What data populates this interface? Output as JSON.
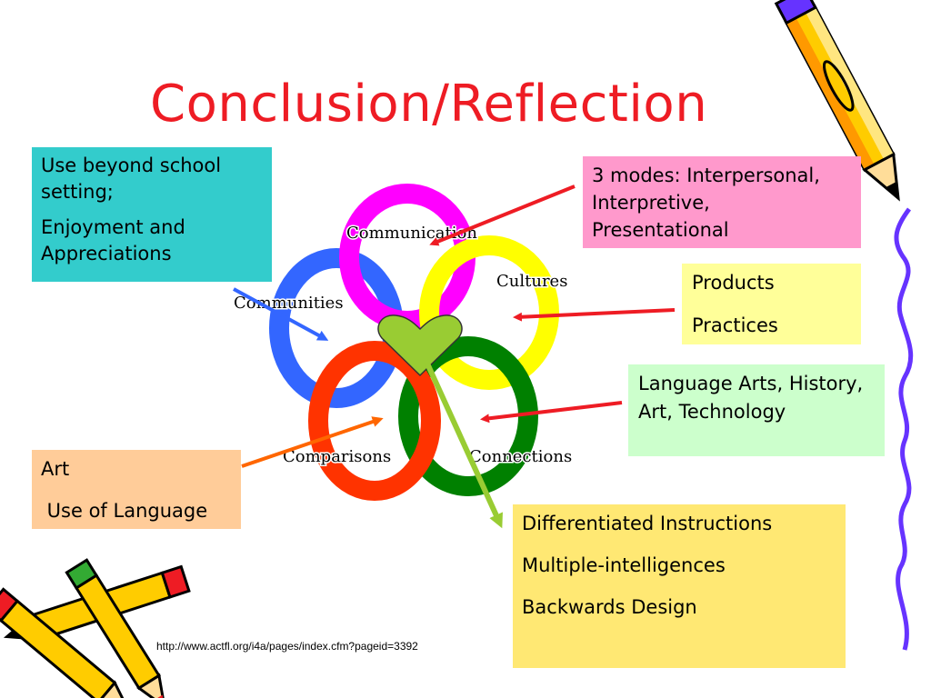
{
  "slide": {
    "title": "Conclusion/Reflection",
    "url": "http://www.actfl.org/i4a/pages/index.cfm?pageid=3392"
  },
  "diagram": {
    "rings": [
      {
        "label": "Communication",
        "color": "#ff00ff"
      },
      {
        "label": "Cultures",
        "color": "#ffff00"
      },
      {
        "label": "Connections",
        "color": "#008000"
      },
      {
        "label": "Comparisons",
        "color": "#ff3300"
      },
      {
        "label": "Communities",
        "color": "#3366ff"
      }
    ],
    "heart_color": "#99cc33"
  },
  "boxes": {
    "communities": {
      "lines": [
        "Use beyond school setting;",
        "Enjoyment and Appreciations"
      ],
      "color": "#33cccc"
    },
    "communication": {
      "lines": [
        "3 modes: Interpersonal, Interpretive, Presentational"
      ],
      "color": "#ff99cc"
    },
    "cultures": {
      "lines": [
        "Products",
        "Practices"
      ],
      "color": "#ffff99"
    },
    "connections": {
      "lines": [
        "Language Arts, History, Art, Technology"
      ],
      "color": "#ccffcc"
    },
    "comparisons": {
      "lines": [
        "Art",
        " Use of Language"
      ],
      "color": "#ffcc99"
    },
    "center": {
      "lines": [
        "Differentiated Instructions",
        "Multiple-intelligences",
        "Backwards Design"
      ],
      "color": "#ffe873"
    }
  },
  "icons": [
    "pencil-icon",
    "crossed-pencils-icon",
    "squiggle-line"
  ]
}
